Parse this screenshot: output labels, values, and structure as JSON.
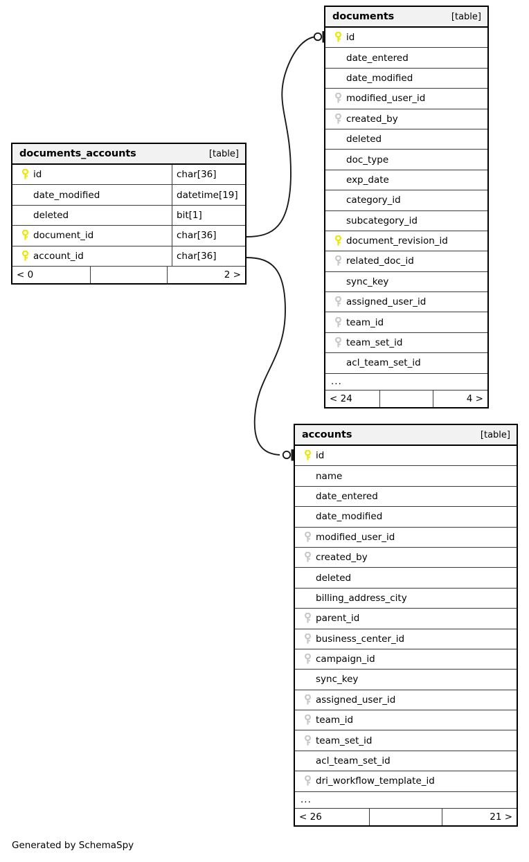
{
  "diagram": {
    "kind_label": "[table]",
    "ellipsis": "...",
    "credit": "Generated by SchemaSpy"
  },
  "tables": {
    "documents_accounts": {
      "name": "documents_accounts",
      "kind": "[table]",
      "columns": [
        {
          "name": "id",
          "type": "char[36]",
          "key": "primary"
        },
        {
          "name": "date_modified",
          "type": "datetime[19]",
          "key": "none"
        },
        {
          "name": "deleted",
          "type": "bit[1]",
          "key": "none"
        },
        {
          "name": "document_id",
          "type": "char[36]",
          "key": "primary"
        },
        {
          "name": "account_id",
          "type": "char[36]",
          "key": "primary"
        }
      ],
      "has_ellipsis": false,
      "footer": {
        "left": "< 0",
        "middle": "",
        "right": "2 >"
      }
    },
    "documents": {
      "name": "documents",
      "kind": "[table]",
      "columns": [
        {
          "name": "id",
          "type": "",
          "key": "primary"
        },
        {
          "name": "date_entered",
          "type": "",
          "key": "none"
        },
        {
          "name": "date_modified",
          "type": "",
          "key": "none"
        },
        {
          "name": "modified_user_id",
          "type": "",
          "key": "foreign"
        },
        {
          "name": "created_by",
          "type": "",
          "key": "foreign"
        },
        {
          "name": "deleted",
          "type": "",
          "key": "none"
        },
        {
          "name": "doc_type",
          "type": "",
          "key": "none"
        },
        {
          "name": "exp_date",
          "type": "",
          "key": "none"
        },
        {
          "name": "category_id",
          "type": "",
          "key": "none"
        },
        {
          "name": "subcategory_id",
          "type": "",
          "key": "none"
        },
        {
          "name": "document_revision_id",
          "type": "",
          "key": "primary"
        },
        {
          "name": "related_doc_id",
          "type": "",
          "key": "foreign"
        },
        {
          "name": "sync_key",
          "type": "",
          "key": "none"
        },
        {
          "name": "assigned_user_id",
          "type": "",
          "key": "foreign"
        },
        {
          "name": "team_id",
          "type": "",
          "key": "foreign"
        },
        {
          "name": "team_set_id",
          "type": "",
          "key": "foreign"
        },
        {
          "name": "acl_team_set_id",
          "type": "",
          "key": "none"
        }
      ],
      "has_ellipsis": true,
      "footer": {
        "left": "< 24",
        "middle": "",
        "right": "4 >"
      }
    },
    "accounts": {
      "name": "accounts",
      "kind": "[table]",
      "columns": [
        {
          "name": "id",
          "type": "",
          "key": "primary"
        },
        {
          "name": "name",
          "type": "",
          "key": "none"
        },
        {
          "name": "date_entered",
          "type": "",
          "key": "none"
        },
        {
          "name": "date_modified",
          "type": "",
          "key": "none"
        },
        {
          "name": "modified_user_id",
          "type": "",
          "key": "foreign"
        },
        {
          "name": "created_by",
          "type": "",
          "key": "foreign"
        },
        {
          "name": "deleted",
          "type": "",
          "key": "none"
        },
        {
          "name": "billing_address_city",
          "type": "",
          "key": "none"
        },
        {
          "name": "parent_id",
          "type": "",
          "key": "foreign"
        },
        {
          "name": "business_center_id",
          "type": "",
          "key": "foreign"
        },
        {
          "name": "campaign_id",
          "type": "",
          "key": "foreign"
        },
        {
          "name": "sync_key",
          "type": "",
          "key": "none"
        },
        {
          "name": "assigned_user_id",
          "type": "",
          "key": "foreign"
        },
        {
          "name": "team_id",
          "type": "",
          "key": "foreign"
        },
        {
          "name": "team_set_id",
          "type": "",
          "key": "foreign"
        },
        {
          "name": "acl_team_set_id",
          "type": "",
          "key": "none"
        },
        {
          "name": "dri_workflow_template_id",
          "type": "",
          "key": "foreign"
        }
      ],
      "has_ellipsis": true,
      "footer": {
        "left": "< 26",
        "middle": "",
        "right": "21 >"
      }
    }
  },
  "relationships": [
    {
      "name": "documents_accounts-document_id-to-documents-id",
      "from_table": "documents_accounts",
      "from_column": "document_id",
      "to_table": "documents",
      "to_column": "id",
      "notation": "zero-or-one"
    },
    {
      "name": "documents_accounts-account_id-to-accounts-id",
      "from_table": "documents_accounts",
      "from_column": "account_id",
      "to_table": "accounts",
      "to_column": "id",
      "notation": "zero-or-one"
    }
  ],
  "colors": {
    "primary_key": "#e8e800",
    "foreign_key": "#c8c8c8",
    "header_bg": "#f2f2f2",
    "border": "#000000",
    "row_border": "#3a3a3a",
    "edge": "#1a1a1a"
  }
}
